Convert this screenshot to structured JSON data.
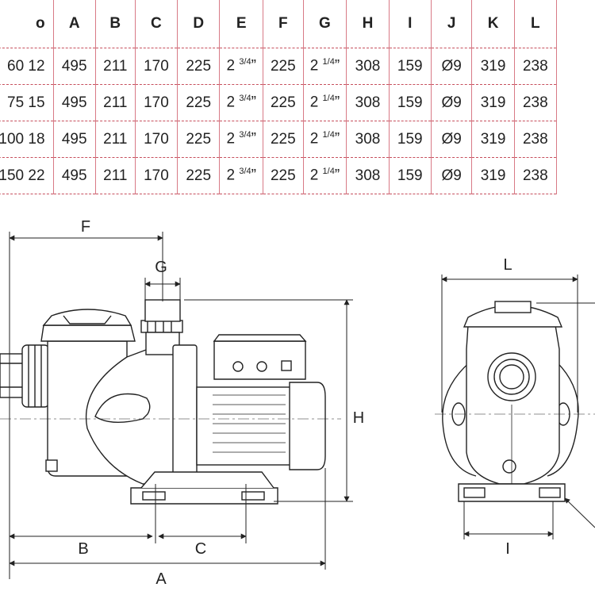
{
  "table": {
    "columns": [
      "o",
      "A",
      "B",
      "C",
      "D",
      "E",
      "F",
      "G",
      "H",
      "I",
      "J",
      "K",
      "L"
    ],
    "rows": [
      {
        "model": "60 12",
        "A": "495",
        "B": "211",
        "C": "170",
        "D": "225",
        "E_int": "2",
        "E_frac": "3/4",
        "E_mark": "”",
        "F": "225",
        "G_int": "2",
        "G_frac": "1/4",
        "G_mark": "”",
        "H": "308",
        "I": "159",
        "J": "Ø9",
        "K": "319",
        "L": "238"
      },
      {
        "model": "75 15",
        "A": "495",
        "B": "211",
        "C": "170",
        "D": "225",
        "E_int": "2",
        "E_frac": "3/4",
        "E_mark": "”",
        "F": "225",
        "G_int": "2",
        "G_frac": "1/4",
        "G_mark": "”",
        "H": "308",
        "I": "159",
        "J": "Ø9",
        "K": "319",
        "L": "238"
      },
      {
        "model": "100 18",
        "A": "495",
        "B": "211",
        "C": "170",
        "D": "225",
        "E_int": "2",
        "E_frac": "3/4",
        "E_mark": "”",
        "F": "225",
        "G_int": "2",
        "G_frac": "1/4",
        "G_mark": "”",
        "H": "308",
        "I": "159",
        "J": "Ø9",
        "K": "319",
        "L": "238"
      },
      {
        "model": "150 22",
        "A": "495",
        "B": "211",
        "C": "170",
        "D": "225",
        "E_int": "2",
        "E_frac": "3/4",
        "E_mark": "”",
        "F": "225",
        "G_int": "2",
        "G_frac": "1/4",
        "G_mark": "”",
        "H": "308",
        "I": "159",
        "J": "Ø9",
        "K": "319",
        "L": "238"
      }
    ]
  },
  "drawing": {
    "labels": {
      "F": "F",
      "G": "G",
      "H": "H",
      "B": "B",
      "C": "C",
      "A": "A",
      "L": "L",
      "I": "I"
    }
  },
  "colors": {
    "table_rule": "#c7505e",
    "line": "#222222"
  }
}
